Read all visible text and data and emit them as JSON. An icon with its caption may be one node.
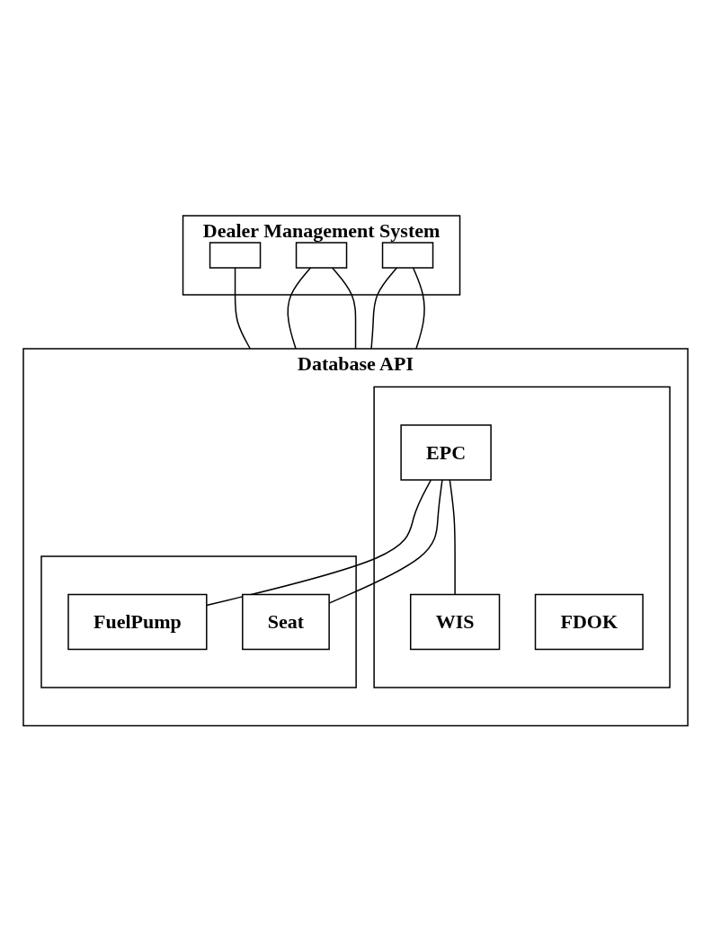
{
  "diagram": {
    "nodes": [
      {
        "text": [
          "Dealer Management System"
        ]
      },
      {
        "text": [],
        "shape": "box",
        "in": 0
      },
      {
        "text": [],
        "shape": "box",
        "in": 0
      },
      {
        "text": [],
        "shape": "box",
        "in": 0
      },
      {
        "text": [
          "Database API"
        ]
      },
      {
        "text": [],
        "shape": "box",
        "in": 4
      },
      {
        "text": [
          "EPC"
        ],
        "in": 5
      },
      {
        "text": [
          "WIS"
        ],
        "in": 5
      },
      {
        "text": [
          "FDOK"
        ],
        "in": 5
      },
      {
        "text": [],
        "shape": "box",
        "in": 4
      },
      {
        "text": [
          "Seat"
        ],
        "in": 9
      },
      {
        "text": [
          "FuelPump"
        ],
        "in": 9
      }
    ],
    "edges": [
      {
        "from": 1,
        "to": 4,
        "arrow": "none"
      },
      {
        "from": 2,
        "to": 4,
        "arrow": "none"
      },
      {
        "from": 2,
        "to": 4,
        "arrow": "none"
      },
      {
        "from": 3,
        "to": 4,
        "arrow": "none"
      },
      {
        "from": 3,
        "to": 4,
        "arrow": "none"
      },
      {
        "from": 6,
        "to": 7,
        "arrow": "none"
      },
      {
        "from": 6,
        "to": 10,
        "arrow": "none"
      },
      {
        "from": 6,
        "to": 11,
        "arrow": "none"
      }
    ]
  }
}
